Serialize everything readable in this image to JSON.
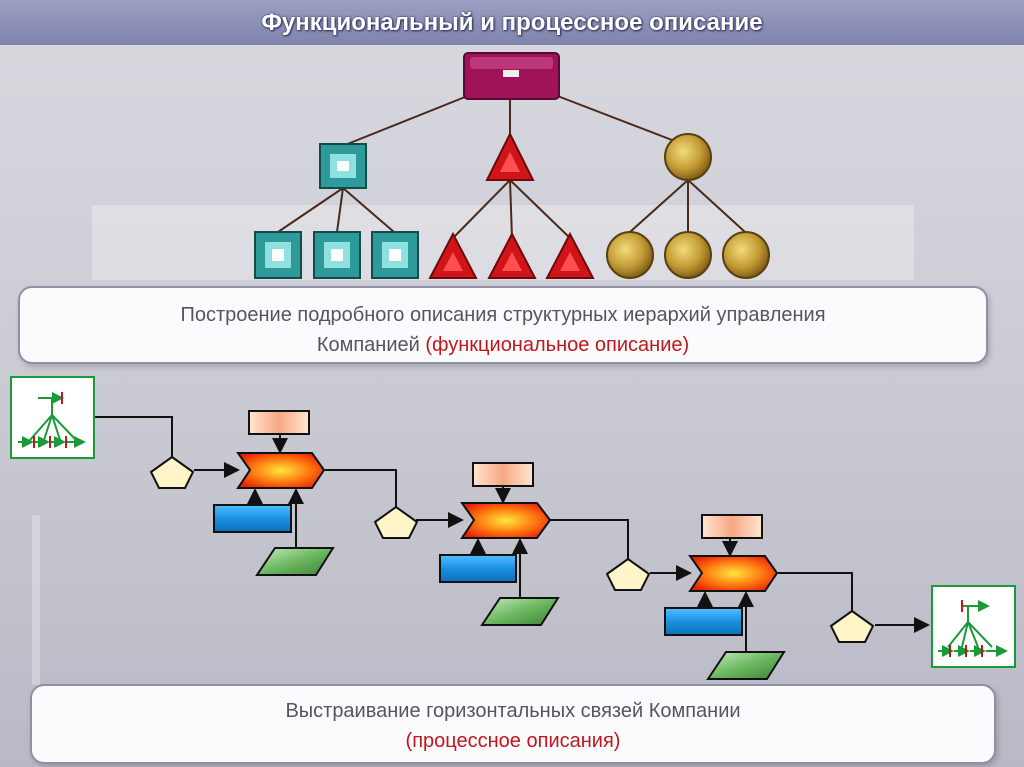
{
  "title": "Функциональный и процессное описание",
  "functional_box": {
    "line1": "Построение подробного описания структурных иерархий управления",
    "line2_prefix": "Компанией ",
    "line2_highlight": "(функциональное описание)"
  },
  "process_box": {
    "line1": "Выстраивание горизонтальных связей Компании",
    "line2": "(процессное описания)"
  },
  "colors": {
    "root": "#a0135a",
    "square": "#2f9a9a",
    "triangle": "#d0141a",
    "circle": "#b08a2a",
    "process": "#ff4a10",
    "input_doc": "#f8b898",
    "resource": "#1f8fd6",
    "parallelogram": "#5aa050",
    "highlight_text": "#c0171c"
  },
  "icons": [
    "root-node-icon",
    "square-node-icon",
    "triangle-node-icon",
    "circle-node-icon",
    "tree-diagram-icon",
    "pentagon-event-icon",
    "process-arrow-icon",
    "document-icon",
    "resource-block-icon",
    "parallelogram-data-icon"
  ]
}
